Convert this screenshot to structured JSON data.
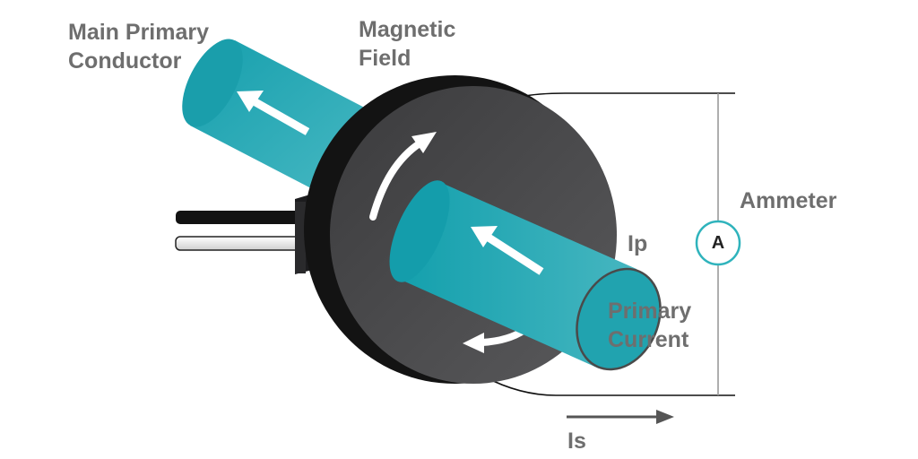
{
  "labels": {
    "main_conductor": [
      "Main Primary",
      "Conductor"
    ],
    "magnetic_field": [
      "Magnetic",
      "Field"
    ],
    "ammeter": "Ammeter",
    "ammeter_symbol": "A",
    "ip": "Ip",
    "primary_current": [
      "Primary",
      "Current"
    ],
    "is": "Is"
  },
  "colors": {
    "conductor": "#1ea7b3",
    "core": "#474749",
    "label_text": "#6e6e6e",
    "arrow": "#ffffff",
    "wire": "#111111"
  },
  "icons": {
    "ammeter": "circle-letter-a",
    "current_direction": "arrow-up-left",
    "field_direction": "curved-arrow"
  }
}
